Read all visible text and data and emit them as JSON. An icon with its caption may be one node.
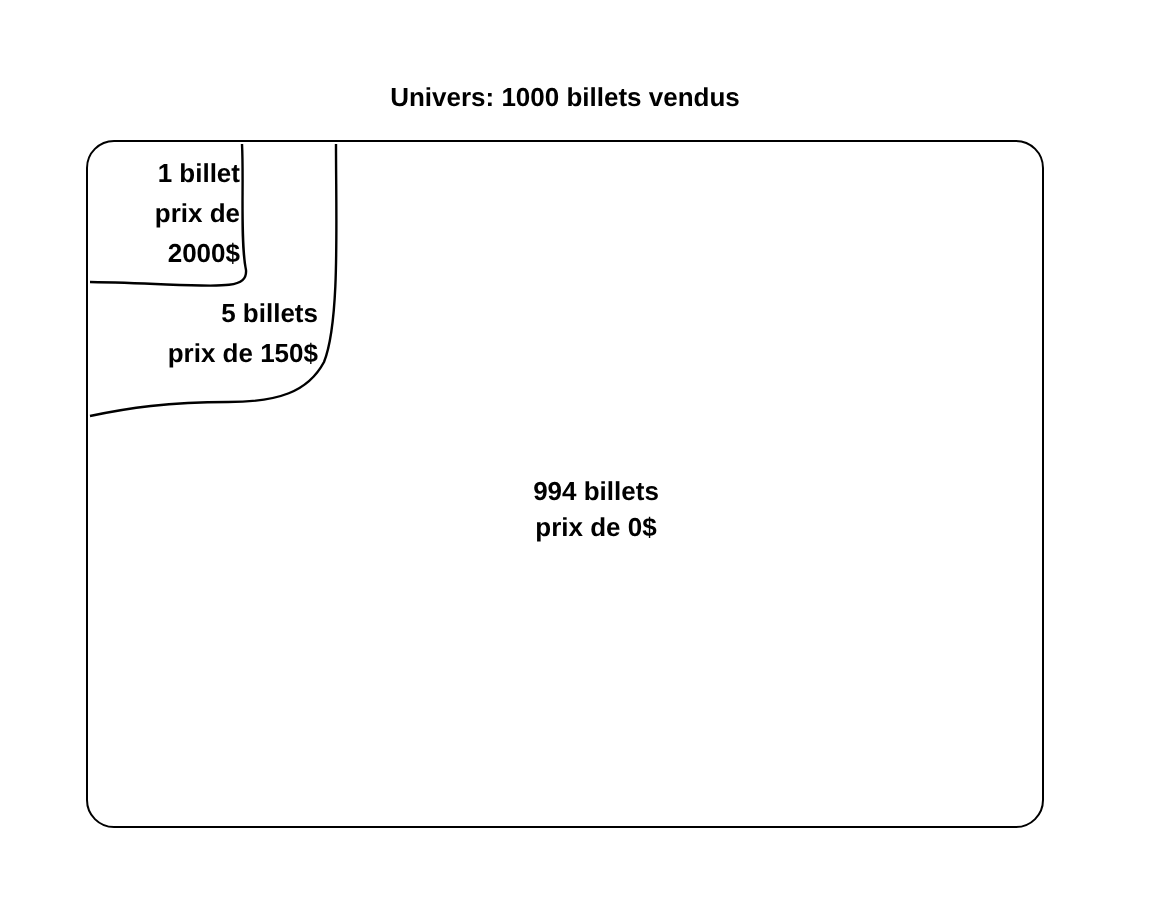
{
  "diagram": {
    "nodes": [
      {
        "text": [
          "Univers: 1000 billets vendus",
          "994 billets prix de 0$"
        ]
      },
      {
        "text": [
          "1 billet prix de 2000$"
        ],
        "in": 2
      },
      {
        "text": [
          "5 billets prix de 150$"
        ],
        "in": 0
      }
    ]
  }
}
